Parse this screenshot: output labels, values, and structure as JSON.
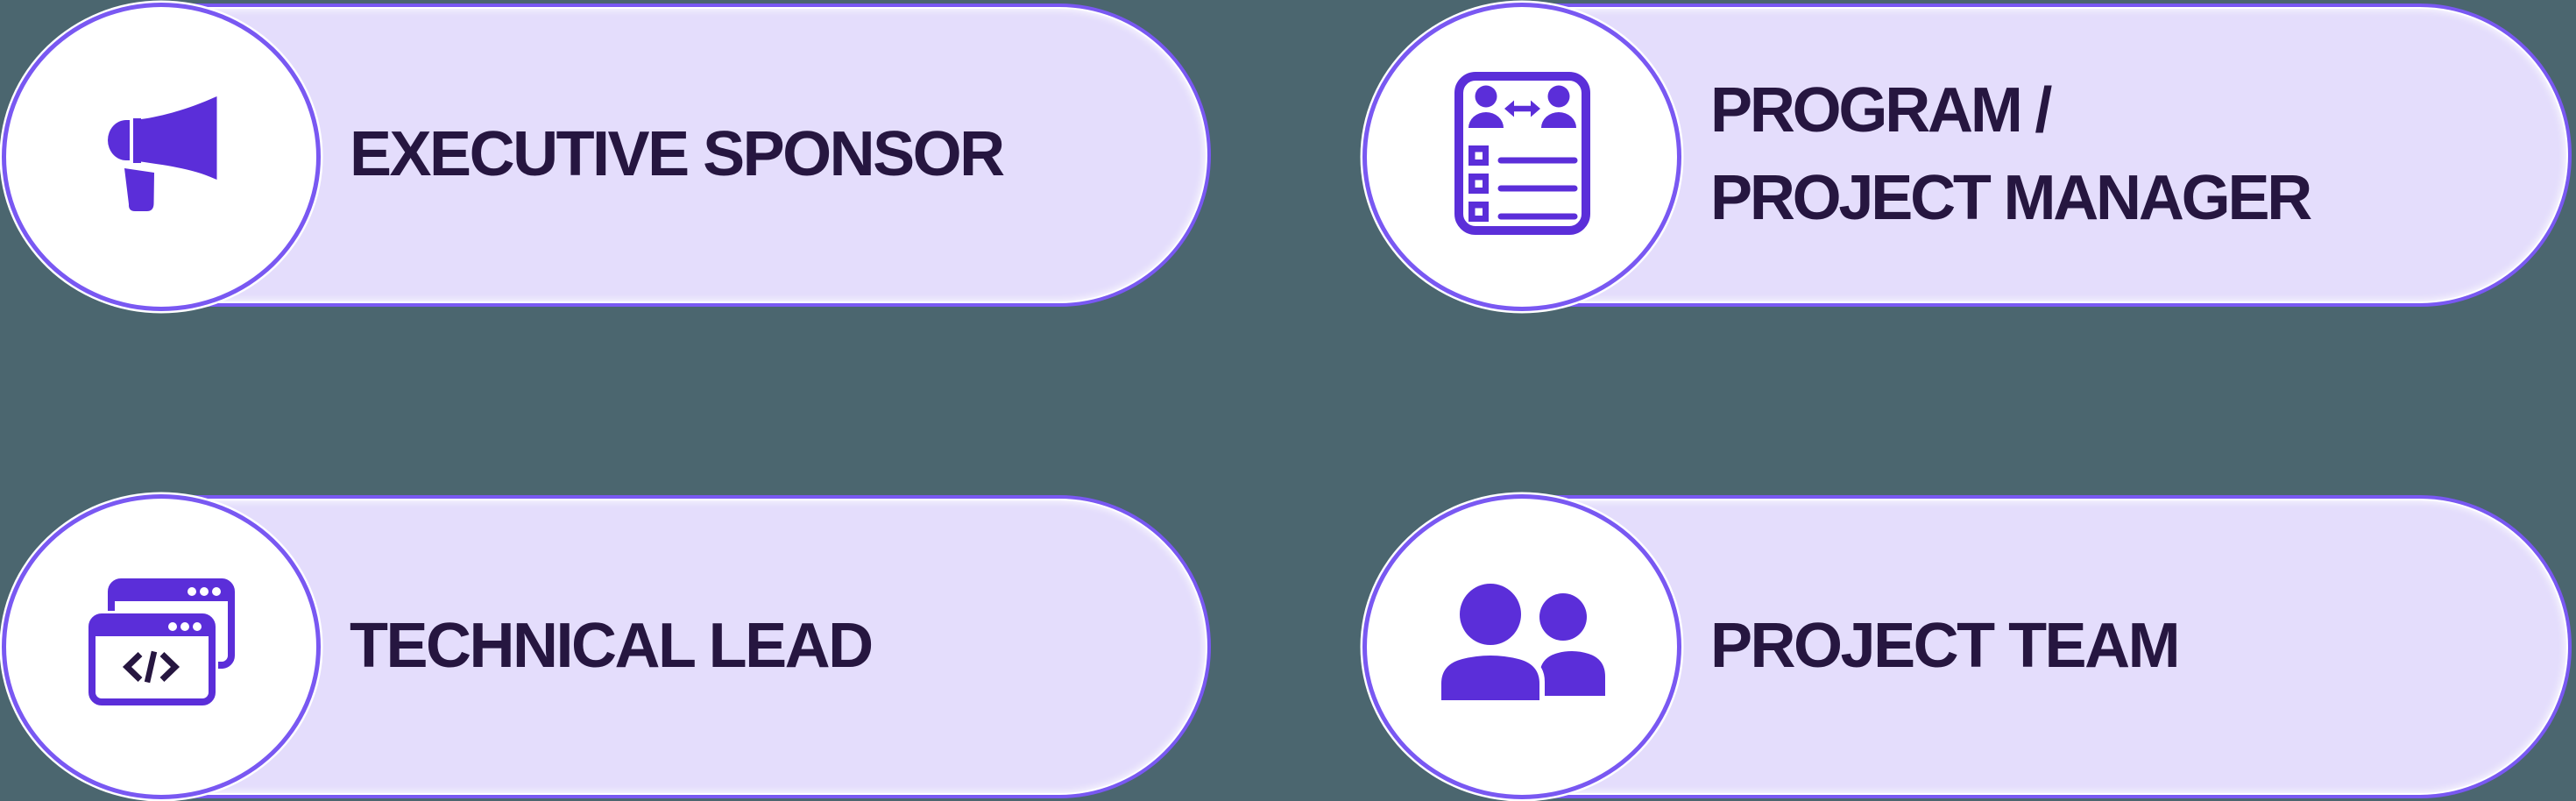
{
  "colors": {
    "background": "#4B666F",
    "pill_fill": "#E4DDFC",
    "outline_purple": "#7958F2",
    "icon_purple": "#5B2ED9",
    "label_text": "#261640",
    "badge_fill": "#FFFFFF"
  },
  "cards": [
    {
      "id": "executive-sponsor",
      "label": "EXECUTIVE SPONSOR",
      "icon": "megaphone-icon"
    },
    {
      "id": "program-project-manager",
      "label": "PROGRAM /\nPROJECT MANAGER",
      "icon": "task-list-people-icon"
    },
    {
      "id": "technical-lead",
      "label": "TECHNICAL LEAD",
      "icon": "code-windows-icon"
    },
    {
      "id": "project-team",
      "label": "PROJECT TEAM",
      "icon": "people-icon"
    }
  ]
}
